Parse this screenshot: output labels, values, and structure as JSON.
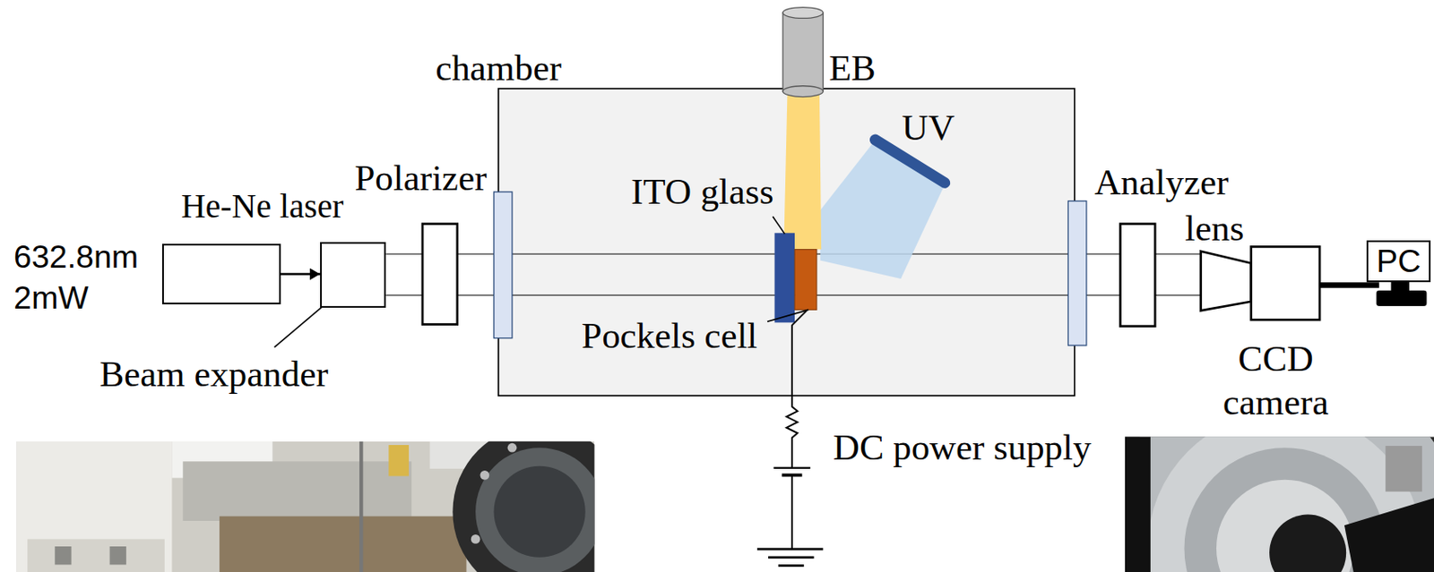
{
  "diagram": {
    "nodes": [
      {
        "text": [
          "He-Ne laser"
        ]
      },
      {
        "text": [
          "Beam expander"
        ]
      },
      {
        "text": [
          "PC"
        ]
      }
    ],
    "edges": [
      {
        "from": 0,
        "to": 1,
        "arrow": "to"
      }
    ],
    "labels": [
      "632.8nm 2mW",
      "chamber",
      "EB",
      "UV",
      "Polarizer",
      "ITO glass",
      "Analyzer",
      "lens",
      "Pockels cell",
      "CCD camera",
      "DC power supply"
    ]
  }
}
